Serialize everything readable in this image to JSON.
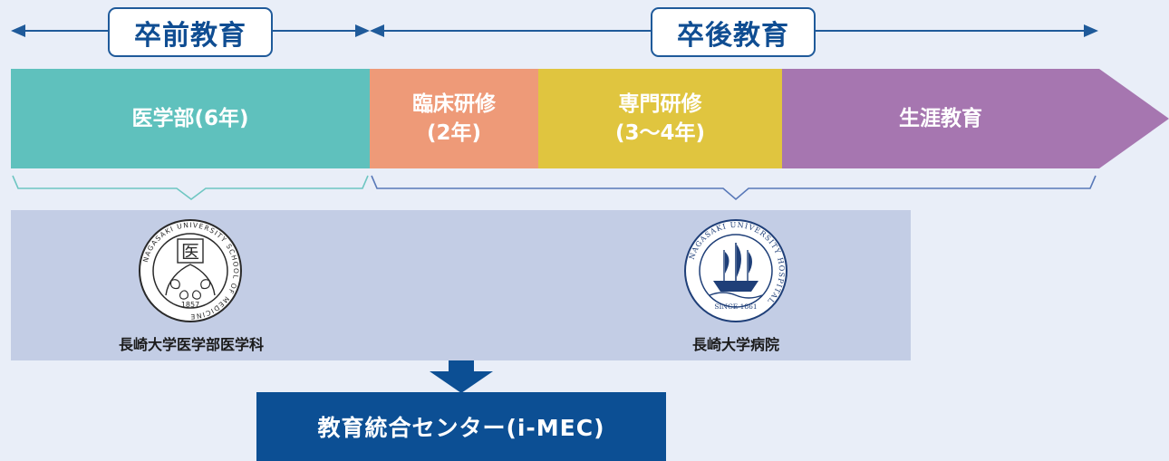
{
  "header": {
    "pre_label": "卒前教育",
    "post_label": "卒後教育"
  },
  "stages": {
    "med_school": {
      "line1": "医学部(6年)"
    },
    "clinical": {
      "line1": "臨床研修",
      "line2": "(2年)"
    },
    "specialty": {
      "line1": "専門研修",
      "line2": "(3〜4年)"
    },
    "lifelong": {
      "line1": "生涯教育"
    }
  },
  "institutions": {
    "school": {
      "name": "長崎大学医学部医学科",
      "seal_text": "NAGASAKI UNIVERSITY SCHOOL OF MEDICINE",
      "seal_year": "1857",
      "seal_center": "医"
    },
    "hospital": {
      "name": "長崎大学病院",
      "seal_text": "NAGASAKI UNIVERSITY HOSPITAL",
      "seal_since": "SINCE 1861"
    }
  },
  "center": {
    "label": "教育統合センター(i-MEC)"
  },
  "colors": {
    "navy": "#0c4f94",
    "teal": "#5fc1bd",
    "salmon": "#ee9a78",
    "mustard": "#e0c53f",
    "purple": "#a676b0",
    "panel": "#c3cde5"
  }
}
